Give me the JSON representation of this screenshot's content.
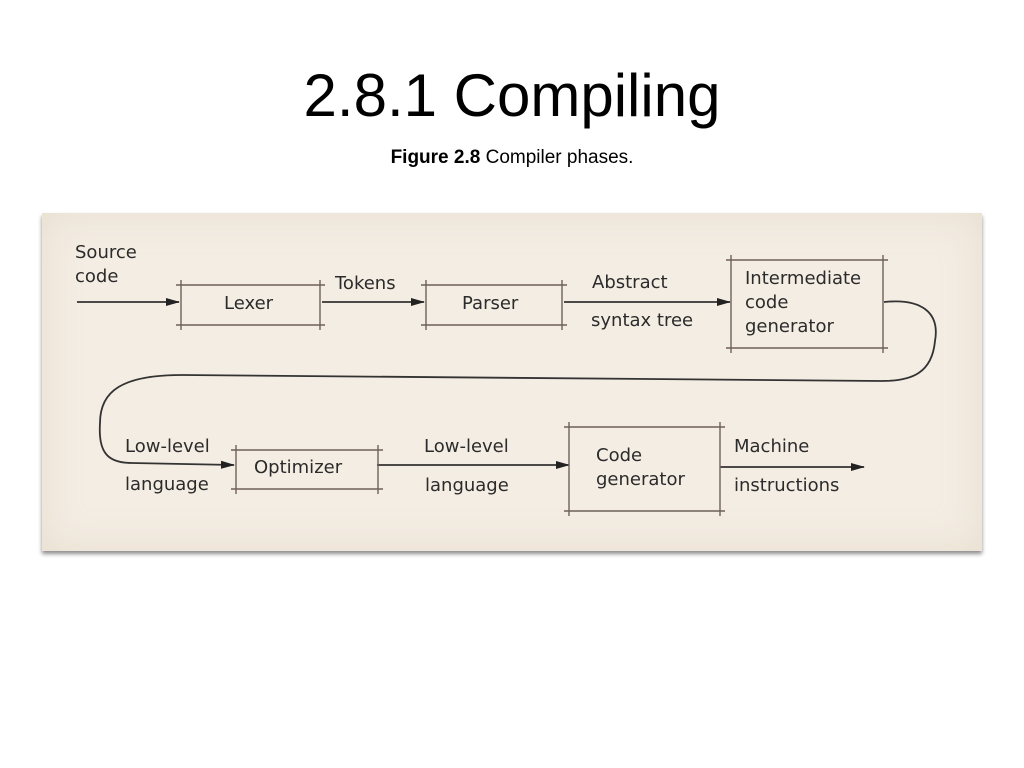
{
  "slide": {
    "title": "2.8.1 Compiling",
    "caption_label": "Figure 2.8",
    "caption_text": " Compiler phases."
  },
  "diagram": {
    "source_line1": "Source",
    "source_line2": "code",
    "phases": {
      "lexer": "Lexer",
      "parser": "Parser",
      "intermediate_line1": "Intermediate",
      "intermediate_line2": "code",
      "intermediate_line3": "generator",
      "optimizer": "Optimizer",
      "codegen_line1": "Code",
      "codegen_line2": "generator"
    },
    "edges": {
      "tokens": "Tokens",
      "ast_line1": "Abstract",
      "ast_line2": "syntax tree",
      "low_level_left_line1": "Low-level",
      "low_level_left_line2": "language",
      "low_level_mid_line1": "Low-level",
      "low_level_mid_line2": "language",
      "machine_line1": "Machine",
      "machine_line2": "instructions"
    }
  }
}
